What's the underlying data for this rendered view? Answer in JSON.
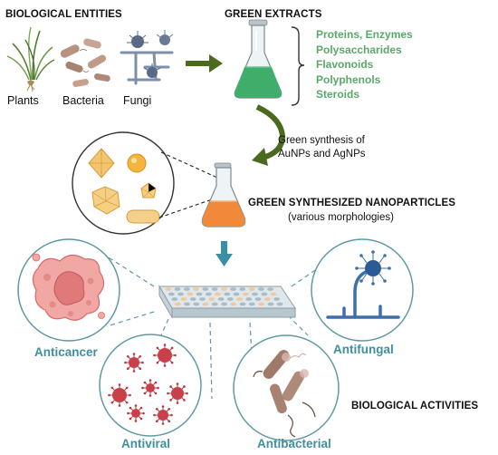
{
  "headers": {
    "biological_entities": "BIOLOGICAL ENTITIES",
    "green_extracts": "GREEN EXTRACTS",
    "green_nanoparticles": "GREEN SYNTHESIZED NANOPARTICLES",
    "nanoparticles_sub": "(various morphologies)",
    "biological_activities": "BIOLOGICAL ACTIVITIES"
  },
  "sources": [
    {
      "label": "Plants",
      "icon": "plant-icon"
    },
    {
      "label": "Bacteria",
      "icon": "bacteria-icon"
    },
    {
      "label": "Fungi",
      "icon": "fungi-icon"
    }
  ],
  "compounds": [
    "Proteins, Enzymes",
    "Polysaccharides",
    "Flavonoids",
    "Polyphenols",
    "Steroids"
  ],
  "synthesis_caption": [
    "Green synthesis of",
    "AuNPs and AgNPs"
  ],
  "activities": [
    "Anticancer",
    "Antiviral",
    "Antibacterial",
    "Antifungal"
  ],
  "colors": {
    "green_extract": "#3fae6a",
    "orange_nanoparticles": "#f0893a",
    "arrow_green": "#4a6a1e",
    "arrow_teal": "#3a8fa6",
    "activity_teal": "#3e8fa0",
    "compound_green": "#5aa86a",
    "dashed_teal": "#5d9aa6",
    "cancer_pink": "#e07a7a",
    "virus_red": "#b8353f"
  }
}
